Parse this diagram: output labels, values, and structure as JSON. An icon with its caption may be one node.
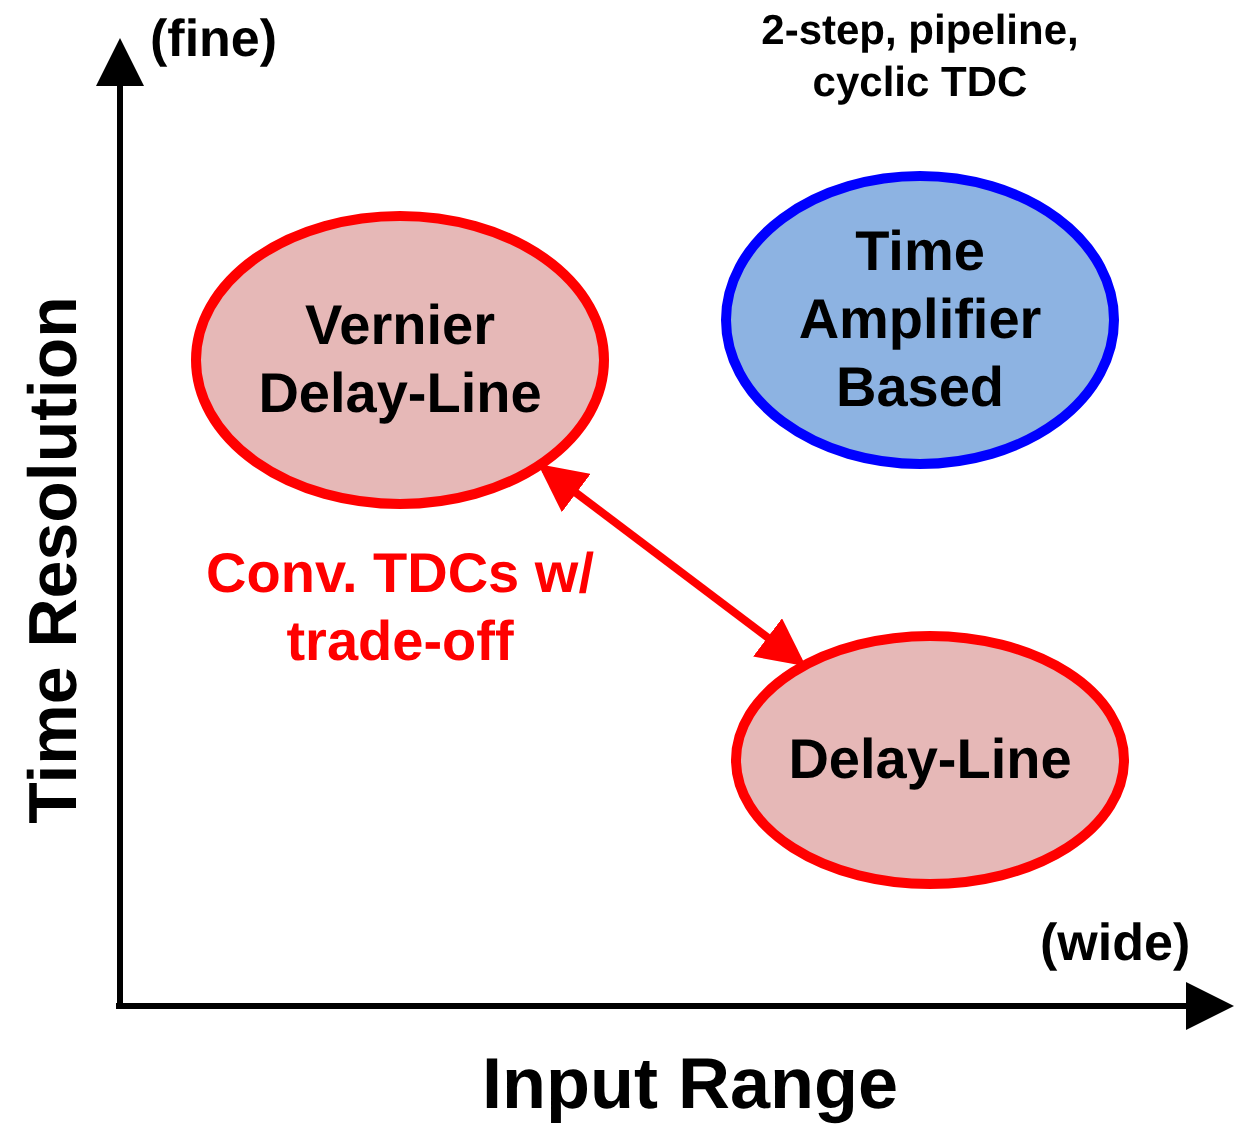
{
  "diagram": {
    "nodes": [
      {
        "text": [
          "Vernier Delay-Line"
        ]
      },
      {
        "text": [
          "Time Amplifier Based"
        ],
        "beside": [
          "2-step, pipeline, cyclic TDC"
        ]
      },
      {
        "text": [
          "Delay-Line"
        ]
      }
    ],
    "edges": [
      {
        "from": 0,
        "to": 2,
        "arrow": "both",
        "color": "#ff0000"
      }
    ],
    "labels": [
      "(fine)",
      "Time Resolution",
      "Conv. TDCs w/ trade-off",
      "(wide)",
      "Input Range"
    ]
  }
}
